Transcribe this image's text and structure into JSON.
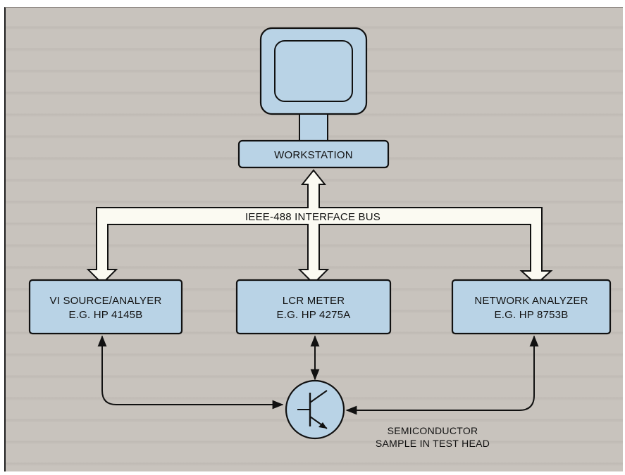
{
  "colors": {
    "panel_background": "#c8c3bd",
    "box_fill": "#b9d3e6",
    "arrow_fill": "#fbfaf2",
    "line": "#111111"
  },
  "workstation": {
    "label": "WORKSTATION",
    "icon": "monitor-icon"
  },
  "bus": {
    "label": "IEEE-488 INTERFACE BUS"
  },
  "instruments": [
    {
      "line1": "VI SOURCE/ANALYER",
      "line2": "E.G. HP 4145B"
    },
    {
      "line1": "LCR METER",
      "line2": "E.G. HP 4275A"
    },
    {
      "line1": "NETWORK ANALYZER",
      "line2": "E.G. HP 8753B"
    }
  ],
  "sample": {
    "icon": "transistor-icon",
    "line1": "SEMICONDUCTOR",
    "line2": "SAMPLE IN TEST HEAD"
  }
}
